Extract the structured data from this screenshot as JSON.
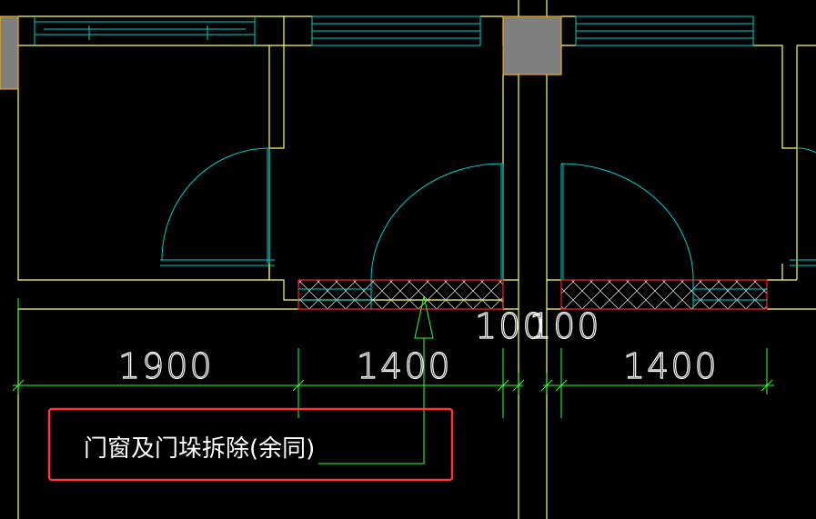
{
  "drawing": {
    "annotation": "门窗及门垛拆除(余同)",
    "dimensions": {
      "d1": "1900",
      "d2": "1400",
      "d3": "100",
      "d4": "100",
      "d5": "1400"
    },
    "colors": {
      "background": "#000000",
      "wall": "#ffff66",
      "door_window": "#00cccc",
      "dimension": "#33ff33",
      "demolition": "#ff2222",
      "column_fill": "#7f7f7f",
      "column_edge": "#ffb000",
      "highlight_box": "#ff3333",
      "text": "#ffffff"
    }
  }
}
